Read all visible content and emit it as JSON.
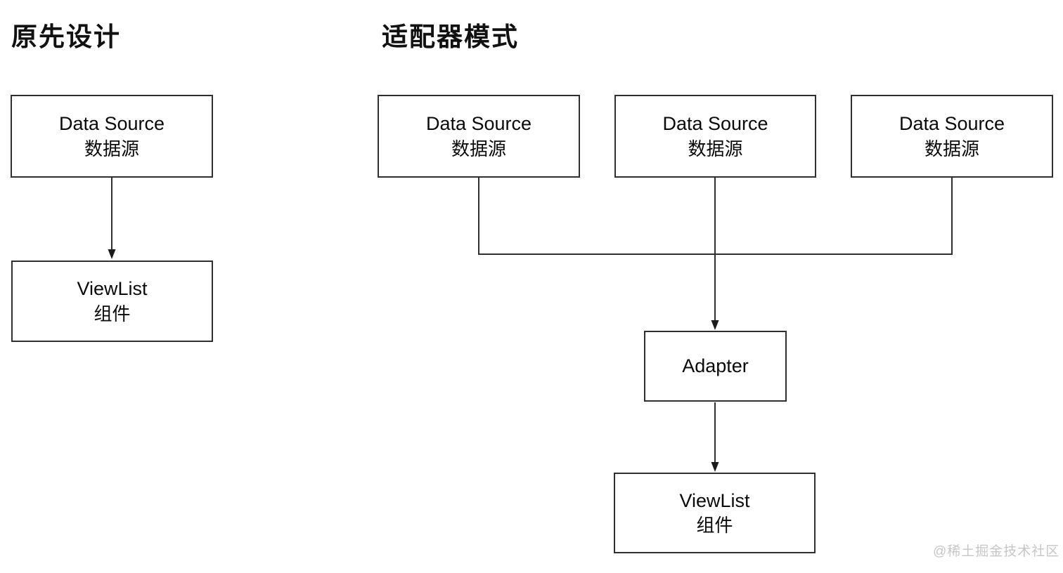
{
  "colors": {
    "background": "#ffffff",
    "box_border": "#2f2f2f",
    "line": "#2f2f2f",
    "text": "#0a0a0a",
    "watermark": "#c6c6c6"
  },
  "original_design": {
    "title": "原先设计",
    "data_source": {
      "line1": "Data Source",
      "line2": "数据源"
    },
    "viewlist": {
      "line1": "ViewList",
      "line2": "组件"
    }
  },
  "adapter_pattern": {
    "title": "适配器模式",
    "data_sources": [
      {
        "line1": "Data Source",
        "line2": "数据源"
      },
      {
        "line1": "Data Source",
        "line2": "数据源"
      },
      {
        "line1": "Data Source",
        "line2": "数据源"
      }
    ],
    "adapter": {
      "label": "Adapter"
    },
    "viewlist": {
      "line1": "ViewList",
      "line2": "组件"
    }
  },
  "watermark": "@稀土掘金技术社区"
}
